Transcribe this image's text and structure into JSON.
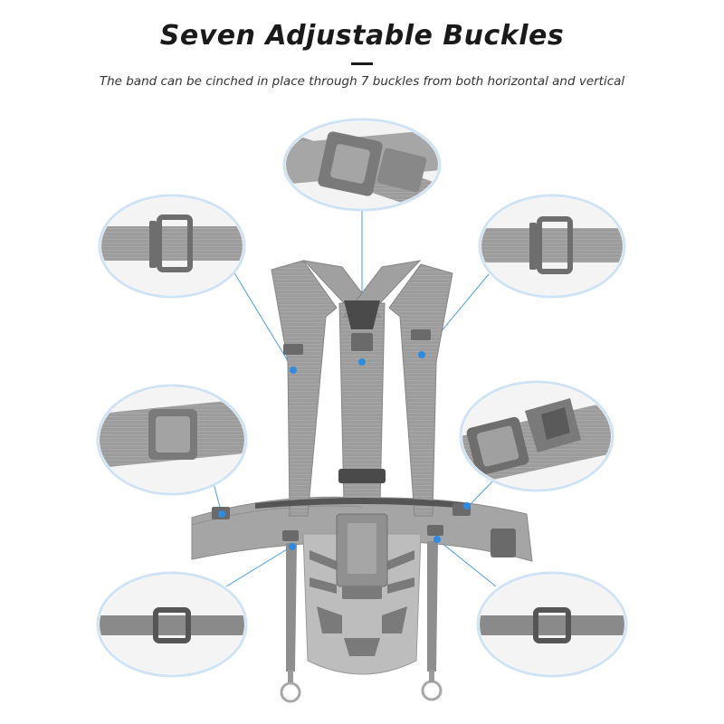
{
  "header": {
    "title": "Seven Adjustable Buckles",
    "subtitle": "The band can be cinched in place through 7 buckles from both horizontal and vertical"
  },
  "colors": {
    "strap": "#9c9c9c",
    "strap_dark": "#7e7e7e",
    "buckle": "#6e6e6e",
    "callout_line": "#4a9fe6",
    "callout_ring": "#cfe3f5",
    "title": "#1a1a1a"
  },
  "callouts": [
    {
      "id": "top-center",
      "icon": "slide-buckle-icon"
    },
    {
      "id": "upper-left",
      "icon": "tri-glide-buckle-icon"
    },
    {
      "id": "upper-right",
      "icon": "tri-glide-buckle-icon"
    },
    {
      "id": "middle-left",
      "icon": "slide-buckle-icon"
    },
    {
      "id": "middle-right",
      "icon": "side-release-buckle-icon"
    },
    {
      "id": "lower-left",
      "icon": "tri-glide-buckle-icon"
    },
    {
      "id": "lower-right",
      "icon": "tri-glide-buckle-icon"
    }
  ]
}
